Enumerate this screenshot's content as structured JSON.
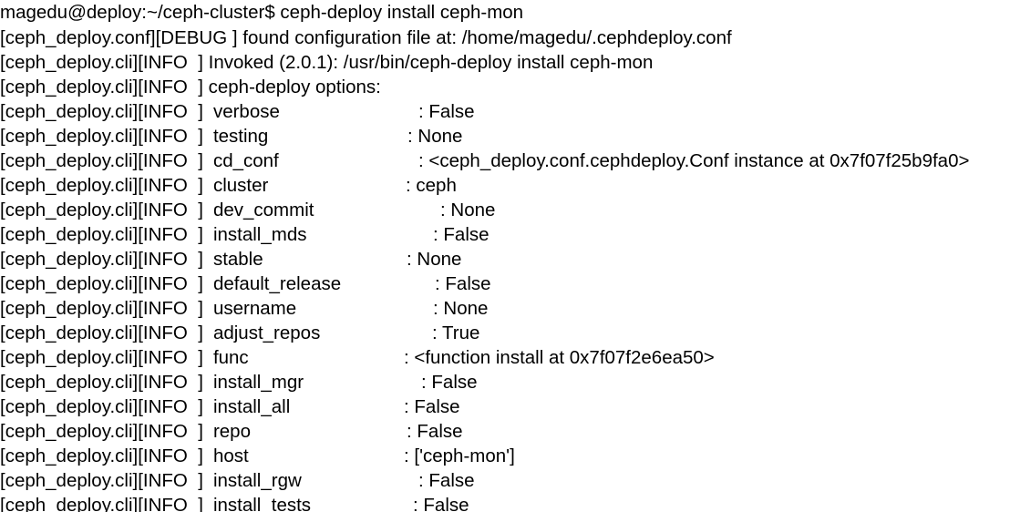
{
  "terminal": {
    "prompt": "magedu@deploy:~/ceph-cluster$ ",
    "command": "ceph-deploy install ceph-mon",
    "lines": [
      {
        "prefix": "[ceph_deploy.conf][DEBUG ]",
        "text": " found configuration file at: /home/magedu/.cephdeploy.conf"
      },
      {
        "prefix": "[ceph_deploy.cli][INFO  ]",
        "text": " Invoked (2.0.1): /usr/bin/ceph-deploy install ceph-mon"
      },
      {
        "prefix": "[ceph_deploy.cli][INFO  ]",
        "text": " ceph-deploy options:"
      }
    ],
    "option_prefix": "[ceph_deploy.cli][INFO  ]",
    "options": [
      {
        "name": "verbose",
        "sep": ": False"
      },
      {
        "name": "testing",
        "sep": ": None"
      },
      {
        "name": "cd_conf",
        "sep": ": <ceph_deploy.conf.cephdeploy.Conf instance at 0x7f07f25b9fa0>"
      },
      {
        "name": "cluster",
        "sep": ": ceph"
      },
      {
        "name": "dev_commit",
        "sep": ": None"
      },
      {
        "name": "install_mds",
        "sep": ": False"
      },
      {
        "name": "stable",
        "sep": ": None"
      },
      {
        "name": "default_release",
        "sep": ": False"
      },
      {
        "name": "username",
        "sep": ": None"
      },
      {
        "name": "adjust_repos",
        "sep": ": True"
      },
      {
        "name": "func",
        "sep": ": <function install at 0x7f07f2e6ea50>"
      },
      {
        "name": "install_mgr",
        "sep": ": False"
      },
      {
        "name": "install_all",
        "sep": ": False"
      },
      {
        "name": "repo",
        "sep": ": False"
      },
      {
        "name": "host",
        "sep": ": ['ceph-mon']"
      },
      {
        "name": "install_rgw",
        "sep": ": False"
      },
      {
        "name": "install_tests",
        "sep": ": False"
      }
    ]
  }
}
